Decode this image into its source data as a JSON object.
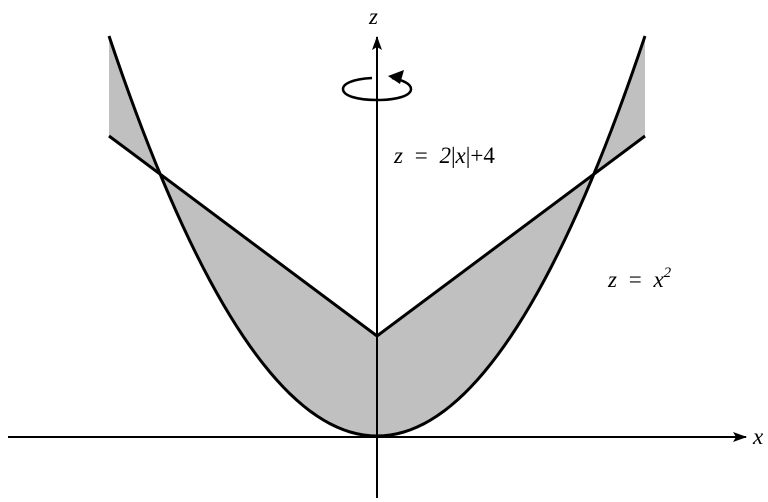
{
  "diagram": {
    "axes": {
      "x_label": "x",
      "z_label": "z"
    },
    "curves": {
      "upper": {
        "lhs": "z",
        "eq": "=",
        "expr_coef": "2",
        "bar_left": "|",
        "var": "x",
        "bar_right": "|",
        "tail": "+4"
      },
      "lower": {
        "lhs": "z",
        "eq": "=",
        "base": "x",
        "exp": "2"
      }
    },
    "colors": {
      "fill": "#c0c0c0",
      "stroke": "#000000",
      "background": "#ffffff"
    },
    "icons": [
      "rotation-arrow-icon"
    ]
  }
}
